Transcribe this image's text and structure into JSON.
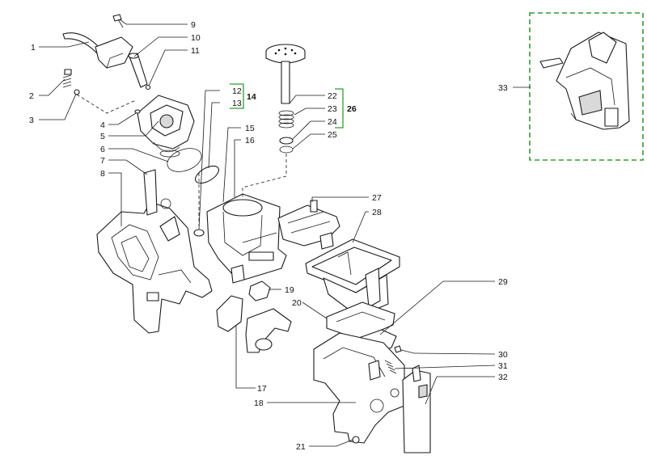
{
  "accent_color": "#2e9e2e",
  "callouts": {
    "c1": "1",
    "c2": "2",
    "c3": "3",
    "c4": "4",
    "c5": "5",
    "c6": "6",
    "c7": "7",
    "c8": "8",
    "c9": "9",
    "c10": "10",
    "c11": "11",
    "c12": "12",
    "c13": "13",
    "c14": "14",
    "c15": "15",
    "c16": "16",
    "c17": "17",
    "c18": "18",
    "c19": "19",
    "c20": "20",
    "c21": "21",
    "c22": "22",
    "c23": "23",
    "c24": "24",
    "c25": "25",
    "c26": "26",
    "c27": "27",
    "c28": "28",
    "c29": "29",
    "c30": "30",
    "c31": "31",
    "c32": "32",
    "c33": "33"
  }
}
